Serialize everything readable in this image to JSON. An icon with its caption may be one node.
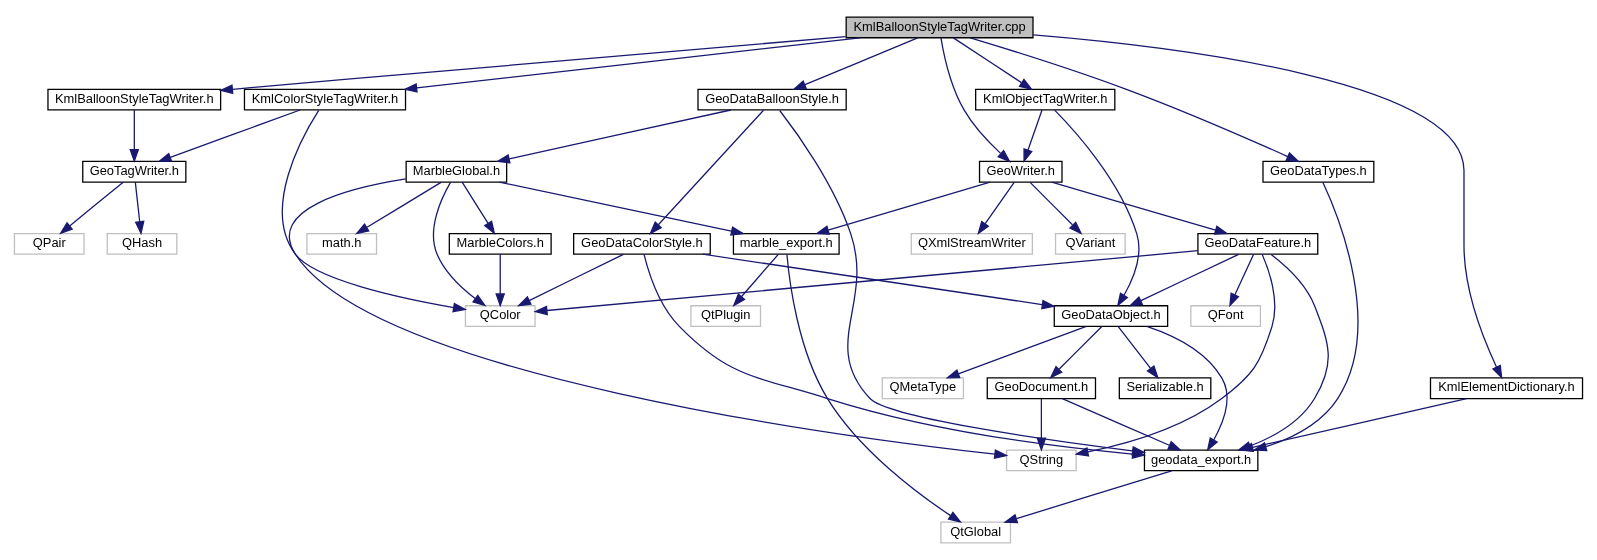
{
  "diagram": {
    "nodes": [
      {
        "text": [
          "KmlBalloonStyleTagWriter.cpp"
        ]
      },
      {
        "text": [
          "KmlBalloonStyleTagWriter.h"
        ]
      },
      {
        "text": [
          "KmlColorStyleTagWriter.h"
        ]
      },
      {
        "text": [
          "GeoDataBalloonStyle.h"
        ]
      },
      {
        "text": [
          "KmlObjectTagWriter.h"
        ]
      },
      {
        "text": [
          "GeoWriter.h"
        ]
      },
      {
        "text": [
          "GeoDataTypes.h"
        ]
      },
      {
        "text": [
          "KmlElementDictionary.h"
        ]
      },
      {
        "text": [
          "GeoTagWriter.h"
        ]
      },
      {
        "text": [
          "QPair"
        ]
      },
      {
        "text": [
          "QHash"
        ]
      },
      {
        "text": [
          "MarbleGlobal.h"
        ]
      },
      {
        "text": [
          "MarbleColors.h"
        ]
      },
      {
        "text": [
          "math.h"
        ]
      },
      {
        "text": [
          "GeoDataColorStyle.h"
        ]
      },
      {
        "text": [
          "marble_export.h"
        ]
      },
      {
        "text": [
          "QVariant"
        ]
      },
      {
        "text": [
          "GeoDataFeature.h"
        ]
      },
      {
        "text": [
          "QXmlStreamWriter"
        ]
      },
      {
        "text": [
          "QColor"
        ]
      },
      {
        "text": [
          "QtPlugin"
        ]
      },
      {
        "text": [
          "GeoDataObject.h"
        ]
      },
      {
        "text": [
          "QFont"
        ]
      },
      {
        "text": [
          "QMetaType"
        ]
      },
      {
        "text": [
          "GeoDocument.h"
        ]
      },
      {
        "text": [
          "Serializable.h"
        ]
      },
      {
        "text": [
          "QString"
        ]
      },
      {
        "text": [
          "geodata_export.h"
        ]
      },
      {
        "text": [
          "QtGlobal"
        ]
      }
    ],
    "edges": [
      {
        "from": 0,
        "to": 1,
        "arrow": "to"
      },
      {
        "from": 0,
        "to": 2,
        "arrow": "to"
      },
      {
        "from": 0,
        "to": 3,
        "arrow": "to"
      },
      {
        "from": 0,
        "to": 4,
        "arrow": "to"
      },
      {
        "from": 0,
        "to": 5,
        "arrow": "to"
      },
      {
        "from": 0,
        "to": 6,
        "arrow": "to"
      },
      {
        "from": 0,
        "to": 7,
        "arrow": "to"
      },
      {
        "from": 1,
        "to": 8,
        "arrow": "to"
      },
      {
        "from": 2,
        "to": 8,
        "arrow": "to"
      },
      {
        "from": 2,
        "to": 19,
        "arrow": "to"
      },
      {
        "from": 3,
        "to": 27,
        "arrow": "to"
      },
      {
        "from": 3,
        "to": 11,
        "arrow": "to"
      },
      {
        "from": 3,
        "to": 14,
        "arrow": "to"
      },
      {
        "from": 4,
        "to": 5,
        "arrow": "to"
      },
      {
        "from": 4,
        "to": 21,
        "arrow": "to"
      },
      {
        "from": 5,
        "to": 15,
        "arrow": "to"
      },
      {
        "from": 5,
        "to": 16,
        "arrow": "to"
      },
      {
        "from": 5,
        "to": 17,
        "arrow": "to"
      },
      {
        "from": 5,
        "to": 18,
        "arrow": "to"
      },
      {
        "from": 6,
        "to": 27,
        "arrow": "to"
      },
      {
        "from": 7,
        "to": 27,
        "arrow": "to"
      },
      {
        "from": 8,
        "to": 9,
        "arrow": "to"
      },
      {
        "from": 8,
        "to": 10,
        "arrow": "to"
      },
      {
        "from": 11,
        "to": 26,
        "arrow": "to"
      },
      {
        "from": 11,
        "to": 19,
        "arrow": "to"
      },
      {
        "from": 11,
        "to": 12,
        "arrow": "to"
      },
      {
        "from": 11,
        "to": 13,
        "arrow": "to"
      },
      {
        "from": 11,
        "to": 15,
        "arrow": "to"
      },
      {
        "from": 12,
        "to": 19,
        "arrow": "to"
      },
      {
        "from": 14,
        "to": 19,
        "arrow": "to"
      },
      {
        "from": 14,
        "to": 27,
        "arrow": "to"
      },
      {
        "from": 14,
        "to": 21,
        "arrow": "to"
      },
      {
        "from": 15,
        "to": 20,
        "arrow": "to"
      },
      {
        "from": 15,
        "to": 28,
        "arrow": "to"
      },
      {
        "from": 17,
        "to": 19,
        "arrow": "to"
      },
      {
        "from": 17,
        "to": 21,
        "arrow": "to"
      },
      {
        "from": 17,
        "to": 22,
        "arrow": "to"
      },
      {
        "from": 17,
        "to": 26,
        "arrow": "to"
      },
      {
        "from": 17,
        "to": 27,
        "arrow": "to"
      },
      {
        "from": 21,
        "to": 23,
        "arrow": "to"
      },
      {
        "from": 21,
        "to": 24,
        "arrow": "to"
      },
      {
        "from": 21,
        "to": 25,
        "arrow": "to"
      },
      {
        "from": 21,
        "to": 27,
        "arrow": "to"
      },
      {
        "from": 24,
        "to": 26,
        "arrow": "to"
      },
      {
        "from": 24,
        "to": 27,
        "arrow": "to"
      },
      {
        "from": 27,
        "to": 28,
        "arrow": "to"
      }
    ]
  }
}
